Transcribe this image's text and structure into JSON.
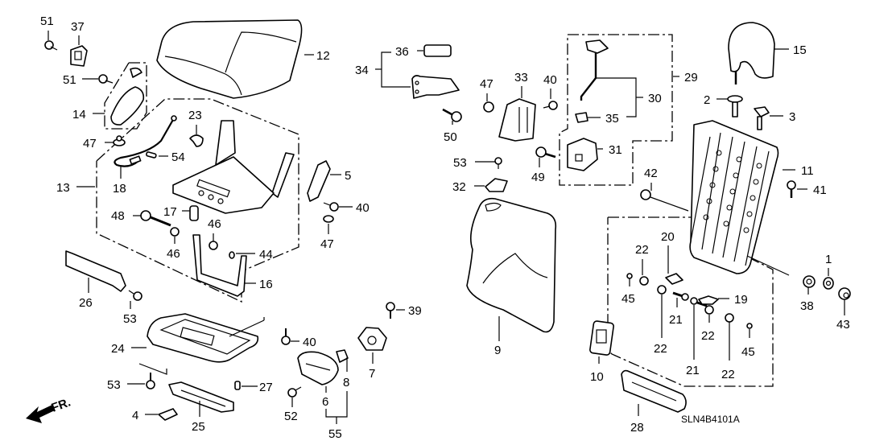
{
  "diagram": {
    "type": "exploded-parts-diagram",
    "subject": "Middle seat components (seat cushion, seat-back, frames, trims, fasteners)",
    "diagram_code": "SLN4B4101A",
    "direction_indicator": "FR.",
    "callouts": [
      "1",
      "2",
      "3",
      "4",
      "5",
      "6",
      "7",
      "8",
      "9",
      "10",
      "11",
      "12",
      "13",
      "14",
      "15",
      "16",
      "17",
      "18",
      "19",
      "20",
      "21",
      "22",
      "23",
      "24",
      "25",
      "26",
      "27",
      "28",
      "29",
      "30",
      "31",
      "32",
      "33",
      "34",
      "35",
      "36",
      "37",
      "38",
      "39",
      "40",
      "41",
      "42",
      "43",
      "44",
      "45",
      "46",
      "47",
      "48",
      "49",
      "50",
      "51",
      "52",
      "53",
      "54",
      "55"
    ],
    "labels": {
      "p1": "1",
      "p2": "2",
      "p3": "3",
      "p4": "4",
      "p5": "5",
      "p6": "6",
      "p7": "7",
      "p8": "8",
      "p9": "9",
      "p10": "10",
      "p11": "11",
      "p12": "12",
      "p13": "13",
      "p14": "14",
      "p15": "15",
      "p16": "16",
      "p17": "17",
      "p18": "18",
      "p19": "19",
      "p20": "20",
      "p21a": "21",
      "p21b": "21",
      "p22a": "22",
      "p22b": "22",
      "p22c": "22",
      "p22d": "22",
      "p23": "23",
      "p24": "24",
      "p25": "25",
      "p26": "26",
      "p27": "27",
      "p28": "28",
      "p29": "29",
      "p30": "30",
      "p31": "31",
      "p32": "32",
      "p33": "33",
      "p34": "34",
      "p35": "35",
      "p36": "36",
      "p37": "37",
      "p38": "38",
      "p39": "39",
      "p40a": "40",
      "p40b": "40",
      "p40c": "40",
      "p41": "41",
      "p42": "42",
      "p43": "43",
      "p44": "44",
      "p45a": "45",
      "p45b": "45",
      "p46a": "46",
      "p46b": "46",
      "p47a": "47",
      "p47b": "47",
      "p47c": "47",
      "p48": "48",
      "p49": "49",
      "p50": "50",
      "p51a": "51",
      "p51b": "51",
      "p52": "52",
      "p53a": "53",
      "p53b": "53",
      "p53c": "53",
      "p54": "54",
      "p55": "55"
    }
  }
}
